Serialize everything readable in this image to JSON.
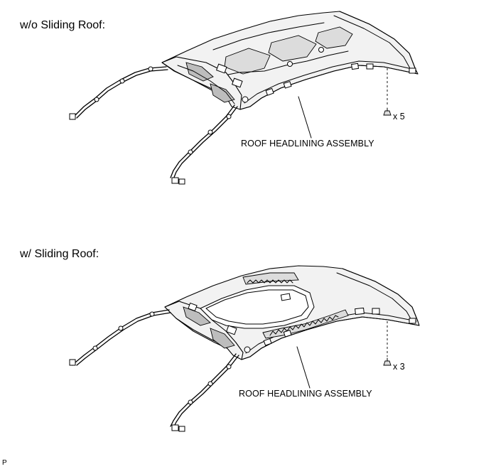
{
  "sections": [
    {
      "heading": "w/o Sliding Roof:",
      "callout": "ROOF HEADLINING ASSEMBLY",
      "clip_icon": "clip-icon",
      "clip_quantity": "x 5"
    },
    {
      "heading": "w/ Sliding Roof:",
      "callout": "ROOF HEADLINING ASSEMBLY",
      "clip_icon": "clip-icon",
      "clip_quantity": "x 3"
    }
  ],
  "illustration_code": "P"
}
